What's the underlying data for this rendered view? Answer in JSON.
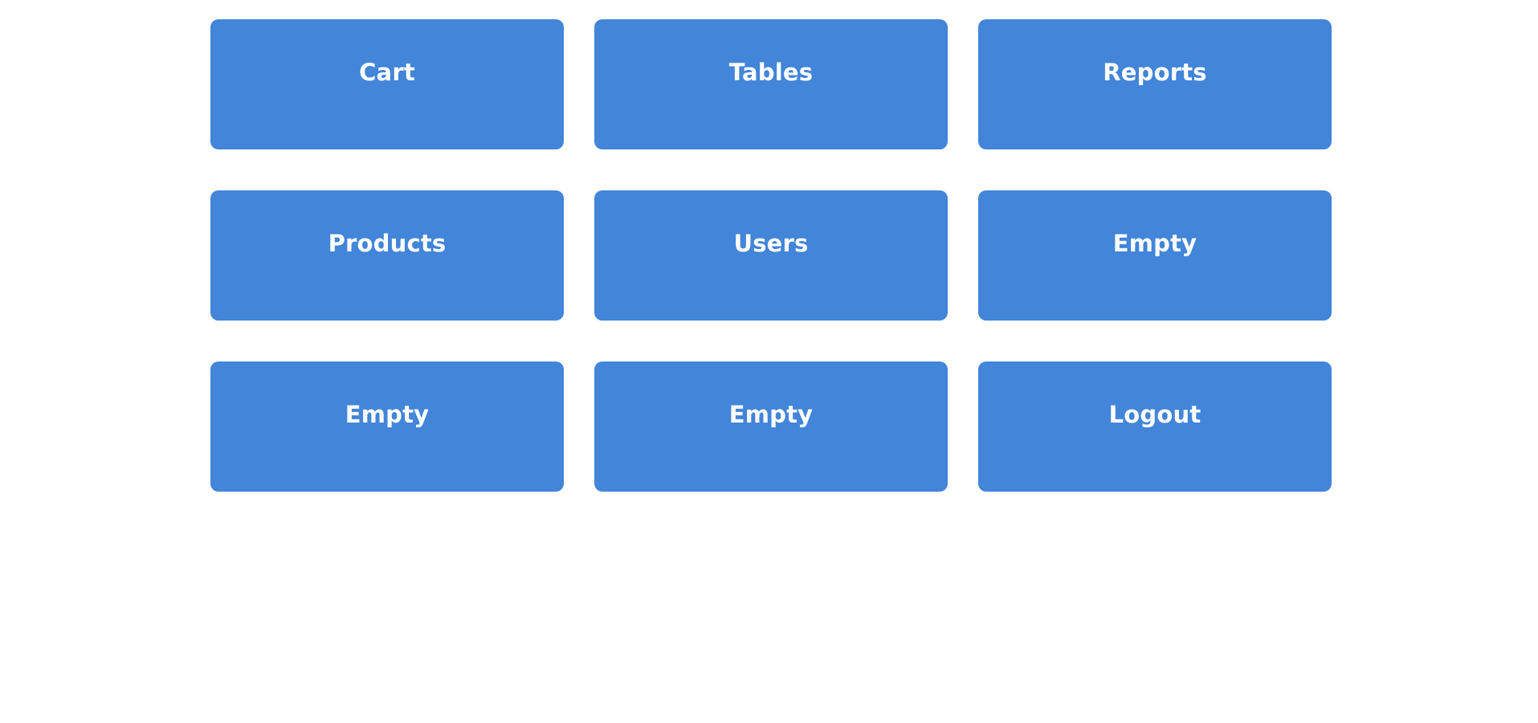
{
  "theme": {
    "tile_color": "#4285d9",
    "label_color": "#ffffff",
    "background": "#ffffff"
  },
  "menu": {
    "tiles": [
      {
        "label": "Cart"
      },
      {
        "label": "Tables"
      },
      {
        "label": "Reports"
      },
      {
        "label": "Products"
      },
      {
        "label": "Users"
      },
      {
        "label": "Empty"
      },
      {
        "label": "Empty"
      },
      {
        "label": "Empty"
      },
      {
        "label": "Logout"
      }
    ]
  }
}
